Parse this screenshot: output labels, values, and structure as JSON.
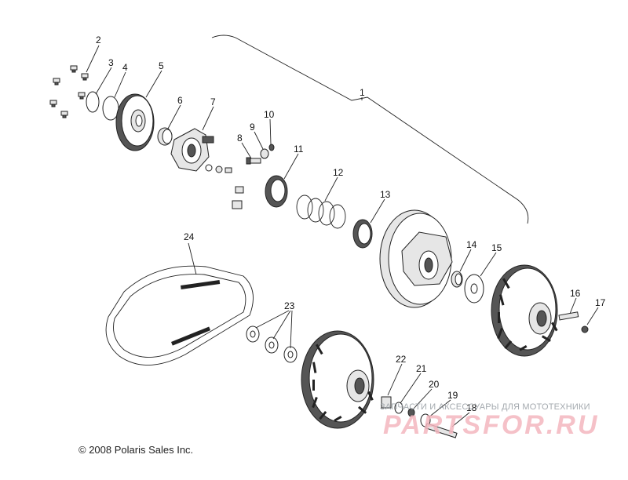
{
  "diagram": {
    "callouts": [
      {
        "id": "c1",
        "text": "1"
      },
      {
        "id": "c2",
        "text": "2"
      },
      {
        "id": "c3",
        "text": "3"
      },
      {
        "id": "c4",
        "text": "4"
      },
      {
        "id": "c5",
        "text": "5"
      },
      {
        "id": "c6",
        "text": "6"
      },
      {
        "id": "c7",
        "text": "7"
      },
      {
        "id": "c8",
        "text": "8"
      },
      {
        "id": "c9",
        "text": "9"
      },
      {
        "id": "c10",
        "text": "10"
      },
      {
        "id": "c11",
        "text": "11"
      },
      {
        "id": "c12",
        "text": "12"
      },
      {
        "id": "c13",
        "text": "13"
      },
      {
        "id": "c14",
        "text": "14"
      },
      {
        "id": "c15",
        "text": "15"
      },
      {
        "id": "c16",
        "text": "16"
      },
      {
        "id": "c17",
        "text": "17"
      },
      {
        "id": "c18",
        "text": "18"
      },
      {
        "id": "c19",
        "text": "19"
      },
      {
        "id": "c20",
        "text": "20"
      },
      {
        "id": "c21",
        "text": "21"
      },
      {
        "id": "c22",
        "text": "22"
      },
      {
        "id": "c23",
        "text": "23"
      },
      {
        "id": "c24",
        "text": "24"
      }
    ],
    "copyright": "© 2008 Polaris Sales Inc.",
    "watermark": {
      "subtitle": "ЗАПЧАСТИ И АКСЕССУАРЫ ДЛЯ МОТОТЕХНИКИ",
      "logo": "PARTSFOR.RU",
      "color": "#f4b7bf"
    }
  }
}
